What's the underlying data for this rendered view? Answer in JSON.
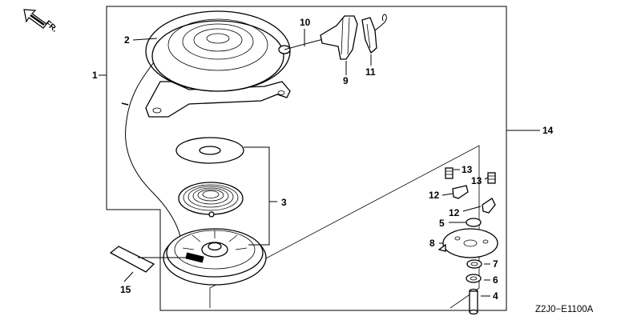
{
  "orientation": {
    "label": "FR.",
    "icon": "front-direction-arrow-icon"
  },
  "parts": [
    {
      "ref": "1"
    },
    {
      "ref": "2"
    },
    {
      "ref": "3"
    },
    {
      "ref": "4"
    },
    {
      "ref": "5"
    },
    {
      "ref": "6"
    },
    {
      "ref": "7"
    },
    {
      "ref": "8"
    },
    {
      "ref": "9"
    },
    {
      "ref": "10"
    },
    {
      "ref": "11"
    },
    {
      "ref": "12"
    },
    {
      "ref": "12"
    },
    {
      "ref": "13"
    },
    {
      "ref": "13"
    },
    {
      "ref": "14"
    },
    {
      "ref": "15"
    }
  ],
  "diagram_code": "Z2J0−E1100A"
}
